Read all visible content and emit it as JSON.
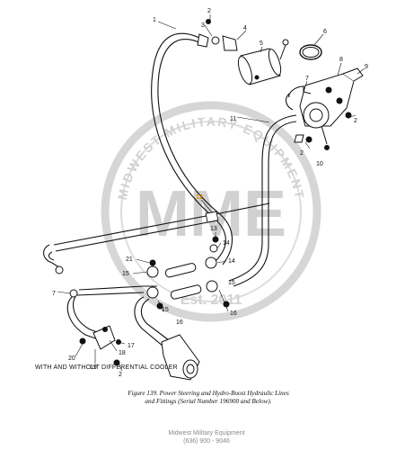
{
  "figure": {
    "title_line1": "Figure 139.  Power Steering and Hydro-Boost Hydraulic Lines",
    "title_line2": "and Fittings (Serial Number 196900 and Below)."
  },
  "note": "WITH AND WITHOUT DIFFERENTIAL COOLER",
  "footer": {
    "company": "Midwest Military Equipment",
    "phone": "(636) 900 - 9046"
  },
  "watermark": {
    "arc_text": "MIDWEST MILITARY EQUIPMENT",
    "monogram": "MME",
    "est": "Est. 2011"
  },
  "callouts": {
    "c1": "1",
    "c2a": "2",
    "c3": "3",
    "c4": "4",
    "c5": "5",
    "c6": "6",
    "c7": "7",
    "c8": "8",
    "c9": "9",
    "c2b": "2",
    "c10": "10",
    "c11": "11",
    "c2c": "2",
    "c12": "12",
    "c13": "13",
    "c14": "14",
    "c21": "21",
    "c15a": "15",
    "c14b": "14",
    "c15b": "15",
    "c16a": "16",
    "c15c": "15",
    "c16b": "16",
    "c7b": "7",
    "c17": "17",
    "c18": "18",
    "c20": "20",
    "c19": "19",
    "c2d": "2"
  },
  "colors": {
    "line": "#111111",
    "highlight": "#e08a00",
    "watermark": "#c9c9c9"
  }
}
